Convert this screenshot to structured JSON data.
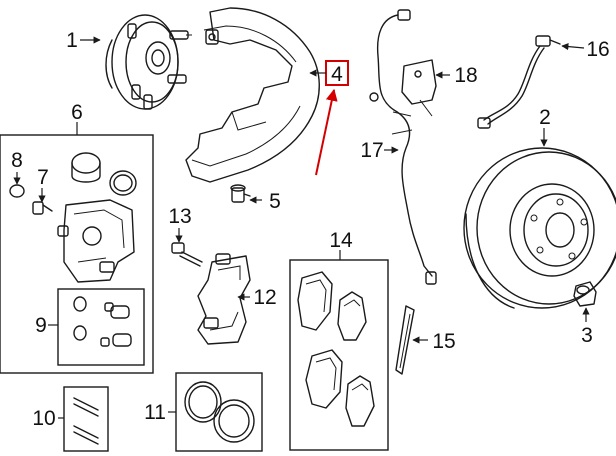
{
  "callouts": {
    "c1": "1",
    "c2": "2",
    "c3": "3",
    "c4": "4",
    "c5": "5",
    "c6": "6",
    "c7": "7",
    "c8": "8",
    "c9": "9",
    "c10": "10",
    "c11": "11",
    "c12": "12",
    "c13": "13",
    "c14": "14",
    "c15": "15",
    "c16": "16",
    "c17": "17",
    "c18": "18"
  },
  "colors": {
    "highlight": "#d40000",
    "line": "#1a1a1a",
    "background": "#ffffff"
  }
}
